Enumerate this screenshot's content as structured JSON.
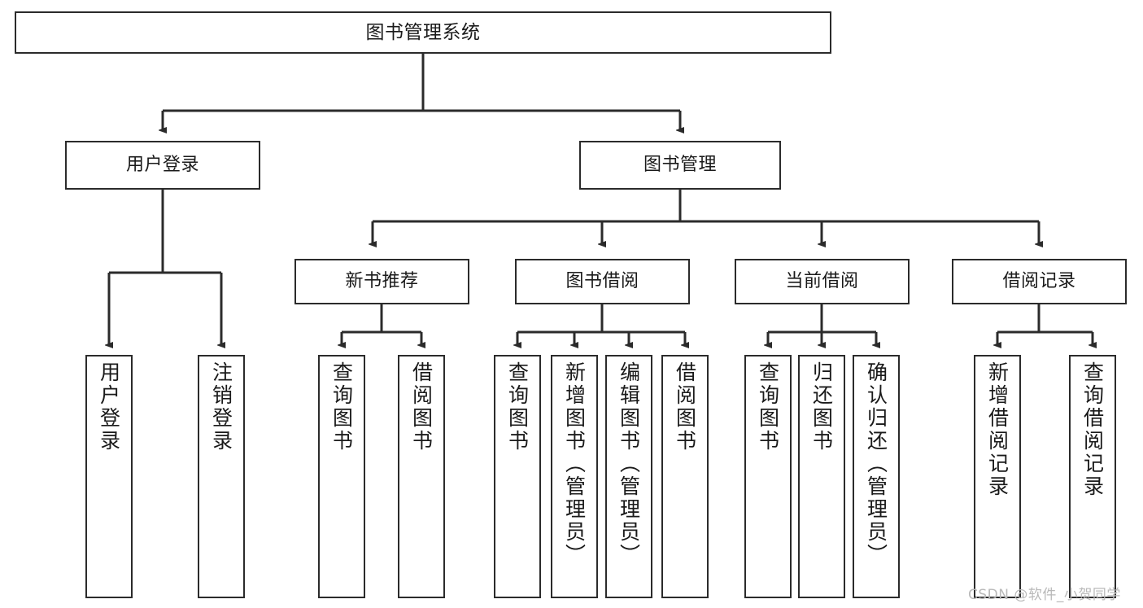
{
  "diagram": {
    "title": "图书管理系统",
    "type": "tree-hierarchy",
    "colors": {
      "box_border": "#2b2b2b",
      "box_fill": "#ffffff",
      "connector": "#2b2b2b",
      "text": "#1a1a1a",
      "watermark": "#b9b9b9"
    },
    "root": {
      "label": "图书管理系统"
    },
    "level2": [
      {
        "label": "用户登录"
      },
      {
        "label": "图书管理"
      }
    ],
    "level3": [
      {
        "label": "新书推荐"
      },
      {
        "label": "图书借阅"
      },
      {
        "label": "当前借阅"
      },
      {
        "label": "借阅记录"
      }
    ],
    "leaves": {
      "user_login": [
        {
          "label": "用户登录"
        },
        {
          "label": "注销登录"
        }
      ],
      "new_book_recommend": [
        {
          "label": "查询图书"
        },
        {
          "label": "借阅图书"
        }
      ],
      "book_borrow": [
        {
          "label": "查询图书"
        },
        {
          "label": "新增图书（管理员）"
        },
        {
          "label": "编辑图书（管理员）"
        },
        {
          "label": "借阅图书"
        }
      ],
      "current_borrow": [
        {
          "label": "查询图书"
        },
        {
          "label": "归还图书"
        },
        {
          "label": "确认归还（管理员）"
        }
      ],
      "borrow_records": [
        {
          "label": "新增借阅记录"
        },
        {
          "label": "查询借阅记录"
        }
      ]
    }
  },
  "watermark": {
    "text": "CSDN @软件_小贺同学"
  }
}
